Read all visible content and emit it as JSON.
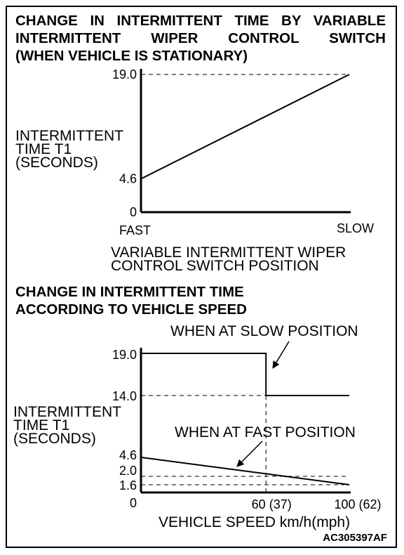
{
  "chart_data": [
    {
      "type": "line",
      "title_lines": [
        "CHANGE IN INTERMITTENT TIME BY VARIABLE",
        "INTERMITTENT WIPER CONTROL SWITCH",
        "(WHEN VEHICLE IS STATIONARY)"
      ],
      "ylabel_lines": [
        "INTERMITTENT",
        "TIME T1",
        "(SECONDS)"
      ],
      "xlabel_lines": [
        "VARIABLE INTERMITTENT WIPER",
        "CONTROL SWITCH POSITION"
      ],
      "x_ticks": [
        "FAST",
        "SLOW"
      ],
      "y_ticks": [
        0,
        4.6,
        19.0
      ],
      "y_tick_labels": [
        "0",
        "4.6",
        "19.0"
      ],
      "ylim": [
        0,
        19.0
      ],
      "series": [
        {
          "x": [
            0,
            1
          ],
          "y": [
            4.6,
            19.0
          ]
        }
      ]
    },
    {
      "type": "line",
      "title_lines": [
        "CHANGE IN INTERMITTENT TIME",
        "ACCORDING TO VEHICLE SPEED"
      ],
      "ylabel_lines": [
        "INTERMITTENT",
        "TIME T1",
        "(SECONDS)"
      ],
      "xlabel": "VEHICLE SPEED  km/h(mph)",
      "x_ticks": [
        60,
        100
      ],
      "x_tick_labels": [
        "60 (37)",
        "100 (62)"
      ],
      "xlim": [
        0,
        100
      ],
      "y_ticks": [
        0,
        1.6,
        2.0,
        4.6,
        14.0,
        19.0
      ],
      "y_tick_labels": [
        "0",
        "1.6",
        "2.0",
        "4.6",
        "14.0",
        "19.0"
      ],
      "ylim": [
        0,
        19.0
      ],
      "series": [
        {
          "annotation": "WHEN AT SLOW POSITION",
          "x": [
            0,
            60,
            60,
            100
          ],
          "y": [
            19.0,
            19.0,
            14.0,
            14.0
          ]
        },
        {
          "annotation": "WHEN AT FAST POSITION",
          "x": [
            0,
            100
          ],
          "y": [
            4.6,
            1.6
          ]
        }
      ]
    }
  ],
  "figure_code": "AC305397AF",
  "colors": {
    "ink": "#000000",
    "background": "#ffffff"
  }
}
